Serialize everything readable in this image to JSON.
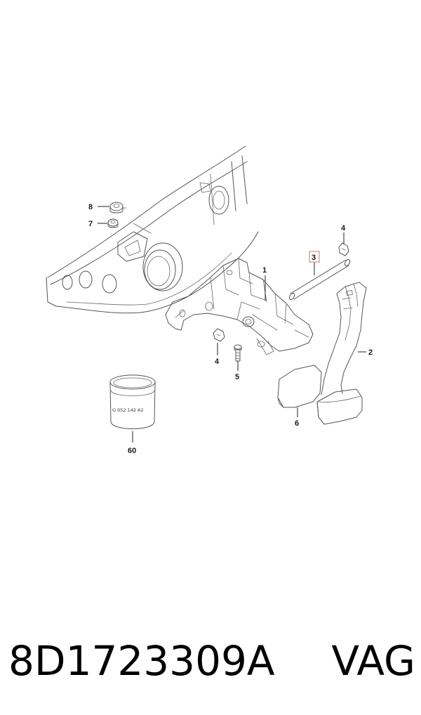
{
  "caption": {
    "part_number": "8D1723309A",
    "brand": "VAG"
  },
  "callouts": {
    "c1": "1",
    "c2": "2",
    "c3": "3",
    "c4a": "4",
    "c4b": "4",
    "c5": "5",
    "c6": "6",
    "c7": "7",
    "c8": "8",
    "c60": "60"
  },
  "part_code": "G 052 142 A2",
  "colors": {
    "highlight_box": "#e07070",
    "line": "#555555"
  }
}
